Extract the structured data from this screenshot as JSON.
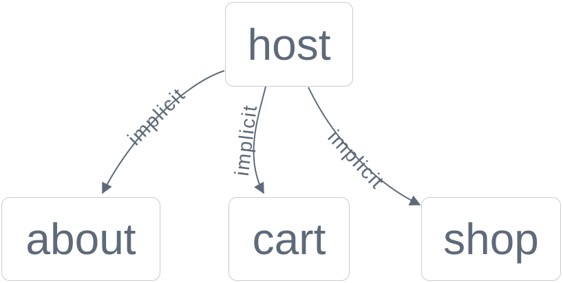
{
  "diagram": {
    "type": "flowchart",
    "direction": "top-down",
    "nodes": [
      {
        "id": "host",
        "label": "host"
      },
      {
        "id": "about",
        "label": "about"
      },
      {
        "id": "cart",
        "label": "cart"
      },
      {
        "id": "shop",
        "label": "shop"
      }
    ],
    "edges": [
      {
        "from": "host",
        "to": "about",
        "label": "implicit",
        "arrow": "filled-triangle"
      },
      {
        "from": "host",
        "to": "cart",
        "label": "implicit",
        "arrow": "filled-triangle"
      },
      {
        "from": "host",
        "to": "shop",
        "label": "implicit",
        "arrow": "filled-triangle"
      }
    ],
    "colors": {
      "background": "#ffffff",
      "node_fill": "#ffffff",
      "node_border": "#c7cbd1",
      "node_text": "#5e6a79",
      "edge_stroke": "#5e6a79",
      "edge_label_text": "#5e6a79"
    }
  }
}
